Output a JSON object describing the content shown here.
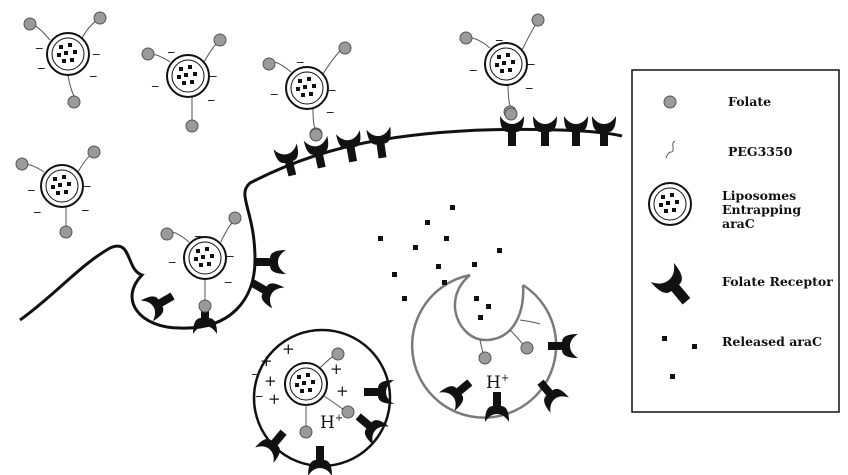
{
  "legend": {
    "folate": "Folate",
    "peg": "PEG3350",
    "liposomes_line1": "Liposomes",
    "liposomes_line2": "Entrapping",
    "liposomes_line3": "araC",
    "receptor": "Folate Receptor",
    "released": "Released araC"
  },
  "labels": {
    "proton_base": "H",
    "proton_sup": "+"
  },
  "colors": {
    "folate": "#9a9a9a",
    "line": "#111111",
    "endosome": "#7a7a7a"
  },
  "icons": [
    "folate-icon",
    "peg-icon",
    "liposome-icon",
    "folate-receptor-icon",
    "released-arac-icon"
  ]
}
